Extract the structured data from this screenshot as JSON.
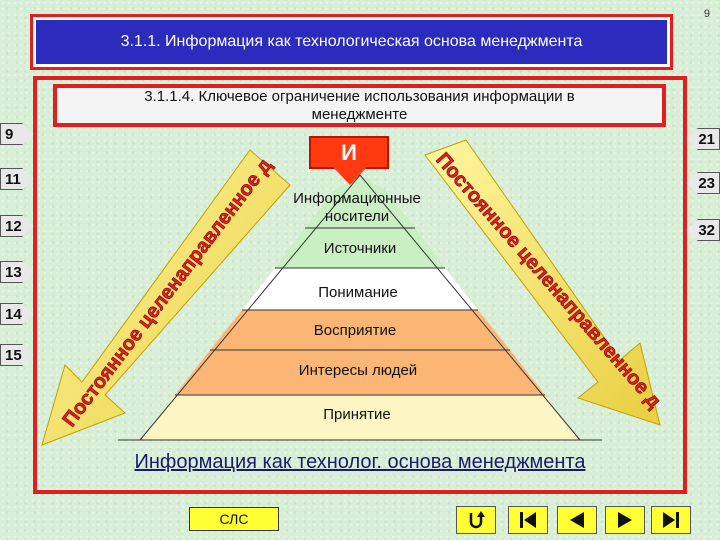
{
  "page_number": "9",
  "header": {
    "title": "3.1.1. Информация как технологическая основа менеджмента"
  },
  "subheader": {
    "title_line1": "3.1.1.4. Ключевое ограничение использования информации в",
    "title_line2": "менеджменте"
  },
  "left_nav": [
    "9",
    "11",
    "12",
    "13",
    "14",
    "15"
  ],
  "right_nav": [
    "21",
    "23",
    "32"
  ],
  "i_box": "И",
  "arrow_text": "Постоянное целенаправленное движение",
  "pyramid": {
    "layers": [
      {
        "label_line1": "Информационные",
        "label_line2": "носители",
        "color": "#c9efc2"
      },
      {
        "label": "Источники",
        "color": "#c9efc2"
      },
      {
        "label": "Понимание",
        "color": "#ffffff"
      },
      {
        "label": "Восприятие",
        "color": "#fbb676"
      },
      {
        "label": "Интересы людей",
        "color": "#fbb676"
      },
      {
        "label": "Принятие",
        "color": "#fdf6c4"
      }
    ]
  },
  "bottom_title": "Информация как технолог. основа менеджмента",
  "footer": {
    "cls_label": "СЛС",
    "buttons": [
      "return-icon",
      "first-page-icon",
      "previous-icon",
      "next-icon",
      "last-page-icon"
    ]
  },
  "colors": {
    "title_bar": "#2b2bbe",
    "frame": "#e02020",
    "arrow": "#f0e060",
    "arrow_text": "#e02020",
    "nav_buttons": "#ffff33"
  }
}
